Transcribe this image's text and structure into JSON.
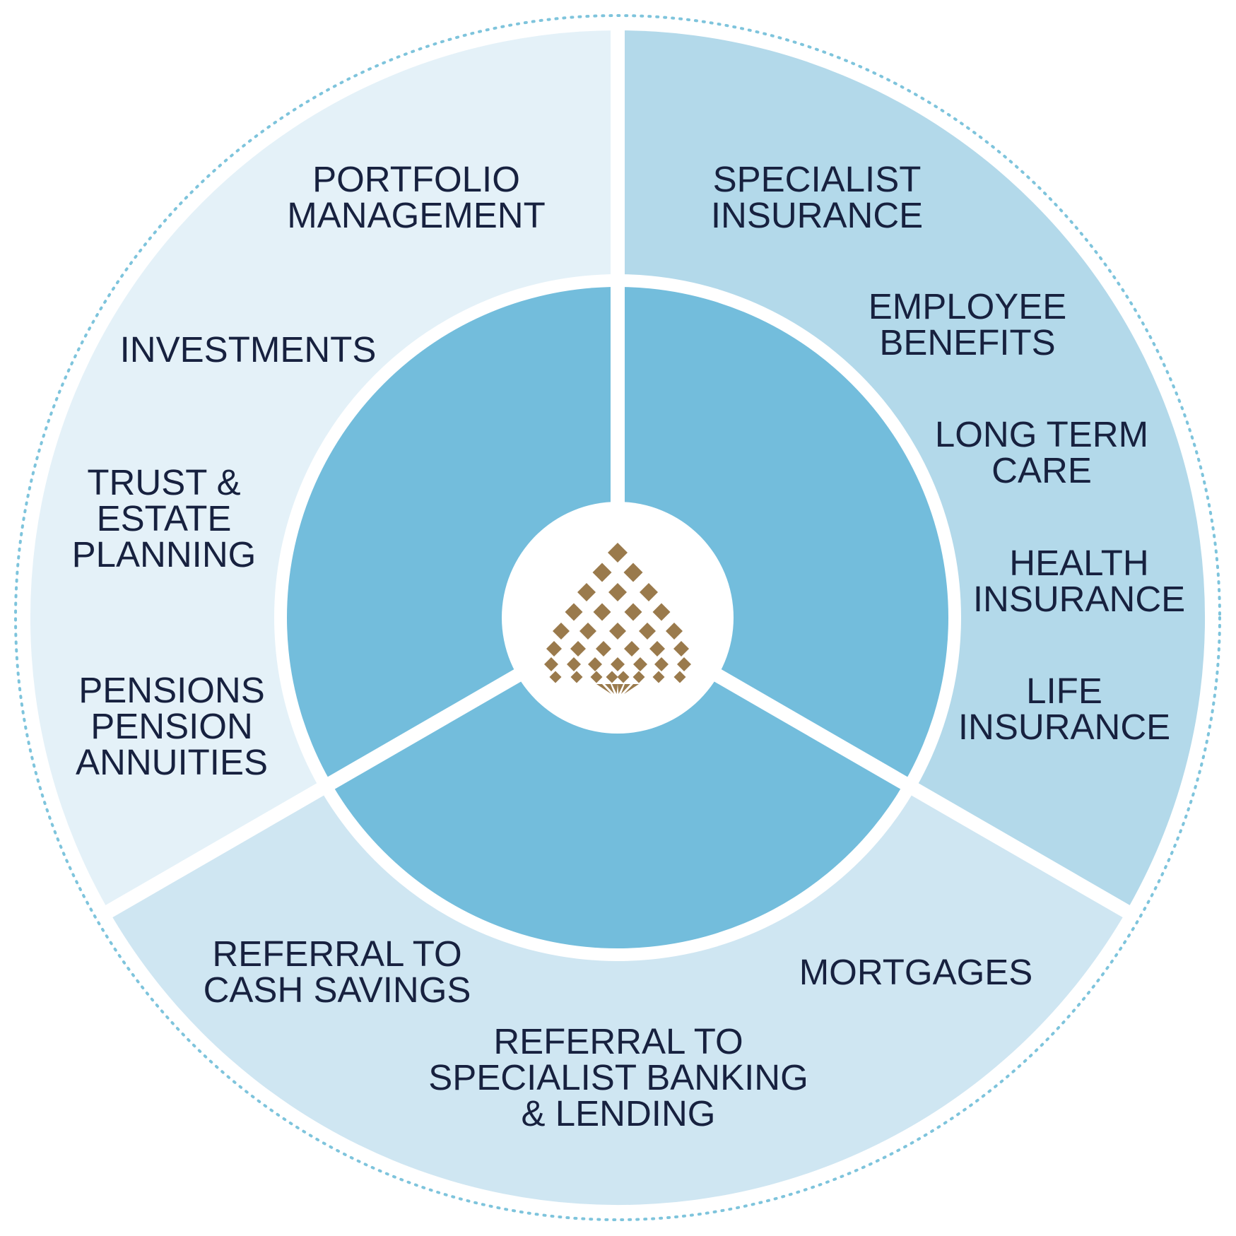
{
  "colors": {
    "background": "#ffffff",
    "outer_ring_dots": "#7ec4dc",
    "segment_left": "#e4f1f8",
    "segment_right": "#b3d9ea",
    "segment_bottom": "#cfe6f2",
    "inner_ring": "#73bddc",
    "divider": "#ffffff",
    "text": "#17213f",
    "logo": "#9a7a4c"
  },
  "center": {
    "logo_icon": "diamond-lattice-logo-icon"
  },
  "segments": {
    "left": {
      "items": [
        {
          "lines": [
            "PORTFOLIO",
            "MANAGEMENT"
          ]
        },
        {
          "lines": [
            "INVESTMENTS"
          ]
        },
        {
          "lines": [
            "TRUST &",
            "ESTATE",
            "PLANNING"
          ]
        },
        {
          "lines": [
            "PENSIONS",
            "PENSION",
            "ANNUITIES"
          ]
        }
      ]
    },
    "right": {
      "items": [
        {
          "lines": [
            "SPECIALIST",
            "INSURANCE"
          ]
        },
        {
          "lines": [
            "EMPLOYEE",
            "BENEFITS"
          ]
        },
        {
          "lines": [
            "LONG TERM",
            "CARE"
          ]
        },
        {
          "lines": [
            "HEALTH",
            "INSURANCE"
          ]
        },
        {
          "lines": [
            "LIFE",
            "INSURANCE"
          ]
        }
      ]
    },
    "bottom": {
      "items": [
        {
          "lines": [
            "REFERRAL TO",
            "CASH SAVINGS"
          ]
        },
        {
          "lines": [
            "MORTGAGES"
          ]
        },
        {
          "lines": [
            "REFERRAL TO",
            "SPECIALIST BANKING",
            "& LENDING"
          ]
        }
      ]
    }
  }
}
